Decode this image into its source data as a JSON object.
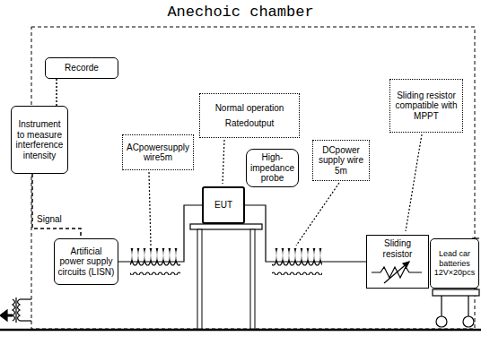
{
  "diagram": {
    "title": "Anechoic chamber",
    "nodes": [
      {
        "text": [
          "Recorde"
        ]
      },
      {
        "text": [
          "Instrument to measure interference intensity"
        ]
      },
      {
        "text": [
          "ACpowersupply wire5m"
        ]
      },
      {
        "text": [
          "Normal operation",
          "Ratedoutput"
        ]
      },
      {
        "text": [
          "High-impedance probe"
        ]
      },
      {
        "text": [
          "DCpower supply wire 5m"
        ]
      },
      {
        "text": [
          "Sliding resistor compatible with MPPT"
        ]
      },
      {
        "text": [
          "Artificial power supply circuits (LISN)"
        ]
      },
      {
        "text": [
          "EUT"
        ]
      },
      {
        "text": [
          "Sliding resistor"
        ]
      },
      {
        "text": [
          "Lead car batteries 12V×20pcs"
        ]
      }
    ],
    "edges": [
      {
        "from": 0,
        "to": 1,
        "arrow": "none"
      },
      {
        "from": 1,
        "to": 7,
        "label": "Signal",
        "arrow": "none"
      },
      {
        "from": 7,
        "to": 8,
        "arrow": "none"
      },
      {
        "from": 8,
        "to": 9,
        "arrow": "none"
      }
    ]
  }
}
